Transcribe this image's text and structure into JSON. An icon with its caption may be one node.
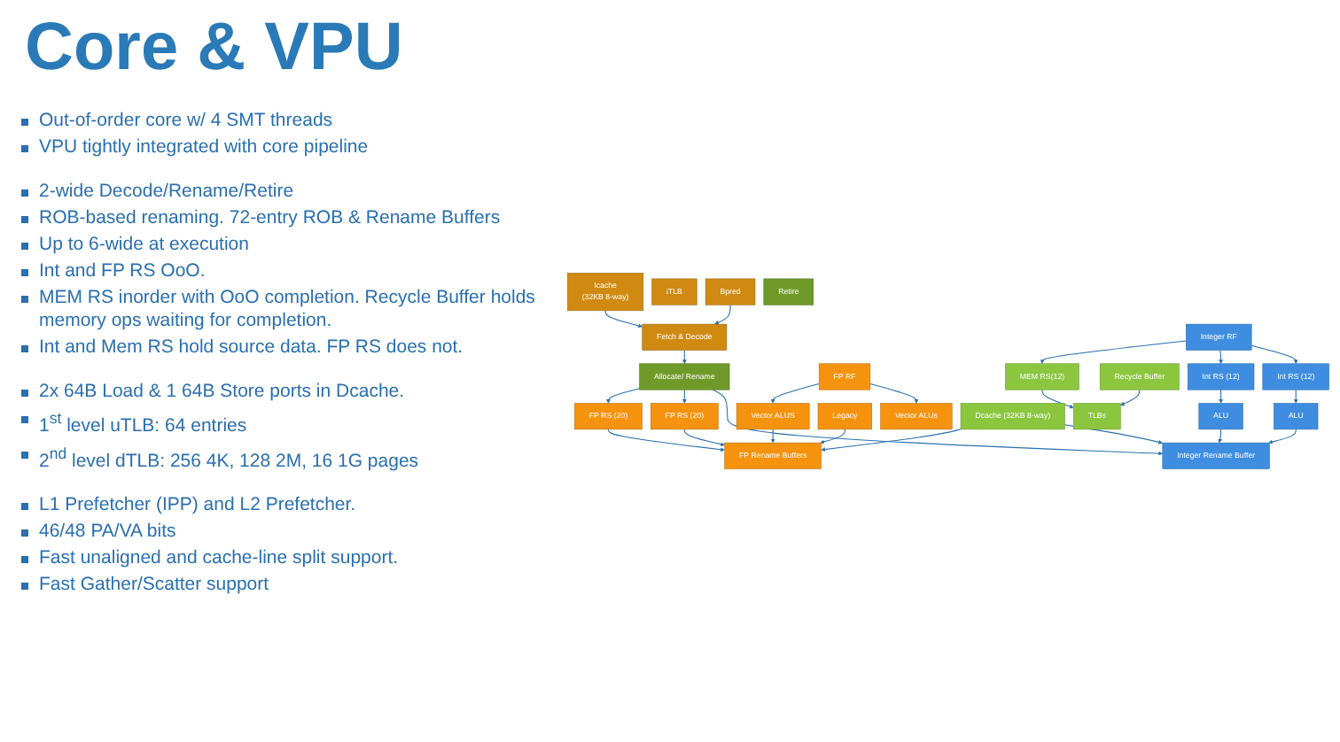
{
  "diagram": {
    "title": "Core & VPU",
    "nodes": [
      {
        "text": [
          "Icache",
          "(32KB 8-way)"
        ]
      },
      {
        "text": [
          "iTLB"
        ]
      },
      {
        "text": [
          "Fetch & Decode"
        ]
      },
      {
        "text": [
          "Bpred"
        ]
      },
      {
        "text": [
          "Allocate/ Rename"
        ]
      },
      {
        "text": [
          "Retire"
        ]
      },
      {
        "text": [
          "FP RS (20)"
        ]
      },
      {
        "text": [
          "FP RS (20)"
        ]
      },
      {
        "text": [
          "Integer Rename Buffer"
        ]
      },
      {
        "text": [
          "Integer RF"
        ]
      },
      {
        "text": [
          "FP Rename Buffers"
        ]
      },
      {
        "text": [
          "FP RF"
        ]
      },
      {
        "text": [
          "MEM RS(12)"
        ]
      },
      {
        "text": [
          "Recycle Buffer"
        ]
      },
      {
        "text": [
          "Int RS (12)"
        ]
      },
      {
        "text": [
          "Int RS (12)"
        ]
      },
      {
        "text": [
          "Vector ALUS"
        ]
      },
      {
        "text": [
          "Vector ALUs"
        ]
      },
      {
        "text": [
          "Legacy"
        ]
      },
      {
        "text": [
          "TLBs"
        ]
      },
      {
        "text": [
          "Dcache (32KB 8-way)"
        ]
      },
      {
        "text": [
          "ALU"
        ]
      },
      {
        "text": [
          "ALU"
        ]
      }
    ],
    "edges": [
      {
        "from": 0,
        "to": 2,
        "arrow": "to"
      },
      {
        "from": 3,
        "to": 2,
        "arrow": "to"
      },
      {
        "from": 2,
        "to": 4,
        "arrow": "to"
      },
      {
        "from": 4,
        "to": 6,
        "arrow": "to"
      },
      {
        "from": 4,
        "to": 7,
        "arrow": "to"
      },
      {
        "from": 4,
        "to": 8,
        "arrow": "to"
      },
      {
        "from": 6,
        "to": 10,
        "arrow": "to"
      },
      {
        "from": 7,
        "to": 10,
        "arrow": "to"
      },
      {
        "from": 9,
        "to": 12,
        "arrow": "to"
      },
      {
        "from": 9,
        "to": 14,
        "arrow": "to"
      },
      {
        "from": 9,
        "to": 15,
        "arrow": "to"
      },
      {
        "from": 11,
        "to": 16,
        "arrow": "to"
      },
      {
        "from": 11,
        "to": 17,
        "arrow": "to"
      },
      {
        "from": 12,
        "to": 19,
        "arrow": "to"
      },
      {
        "from": 13,
        "to": 19,
        "arrow": "to"
      },
      {
        "from": 14,
        "to": 21,
        "arrow": "to"
      },
      {
        "from": 15,
        "to": 22,
        "arrow": "to"
      },
      {
        "from": 16,
        "to": 10,
        "arrow": "to"
      },
      {
        "from": 18,
        "to": 10,
        "arrow": "to"
      },
      {
        "from": 20,
        "to": 10,
        "arrow": "to"
      },
      {
        "from": 20,
        "to": 8,
        "arrow": "to"
      },
      {
        "from": 21,
        "to": 8,
        "arrow": "to"
      },
      {
        "from": 22,
        "to": 8,
        "arrow": "to"
      }
    ],
    "labels": [
      "Out-of-order core w/ 4 SMT threads",
      "VPU tightly integrated with core pipeline",
      "2-wide Decode/Rename/Retire",
      "ROB-based renaming. 72-entry ROB & Rename Buffers",
      "Up to 6-wide at execution",
      "Int and FP RS OoO.",
      "MEM RS inorder with OoO completion. Recycle Buffer holds memory ops waiting for completion.",
      "Int and Mem RS hold source data. FP RS does not.",
      "2x 64B Load & 1 64B Store ports in Dcache.",
      "1$^{st}$ level uTLB: 64 entries",
      "2$^{nd}$ level dTLB: 256 4K, 128 2M, 16 1G pages",
      "L1 Prefetcher (IPP) and L2 Prefetcher.",
      "46/48 PA/VA bits",
      "Fast unaligned and cache-line split support.",
      "Fast Gather/Scatter support"
    ]
  }
}
